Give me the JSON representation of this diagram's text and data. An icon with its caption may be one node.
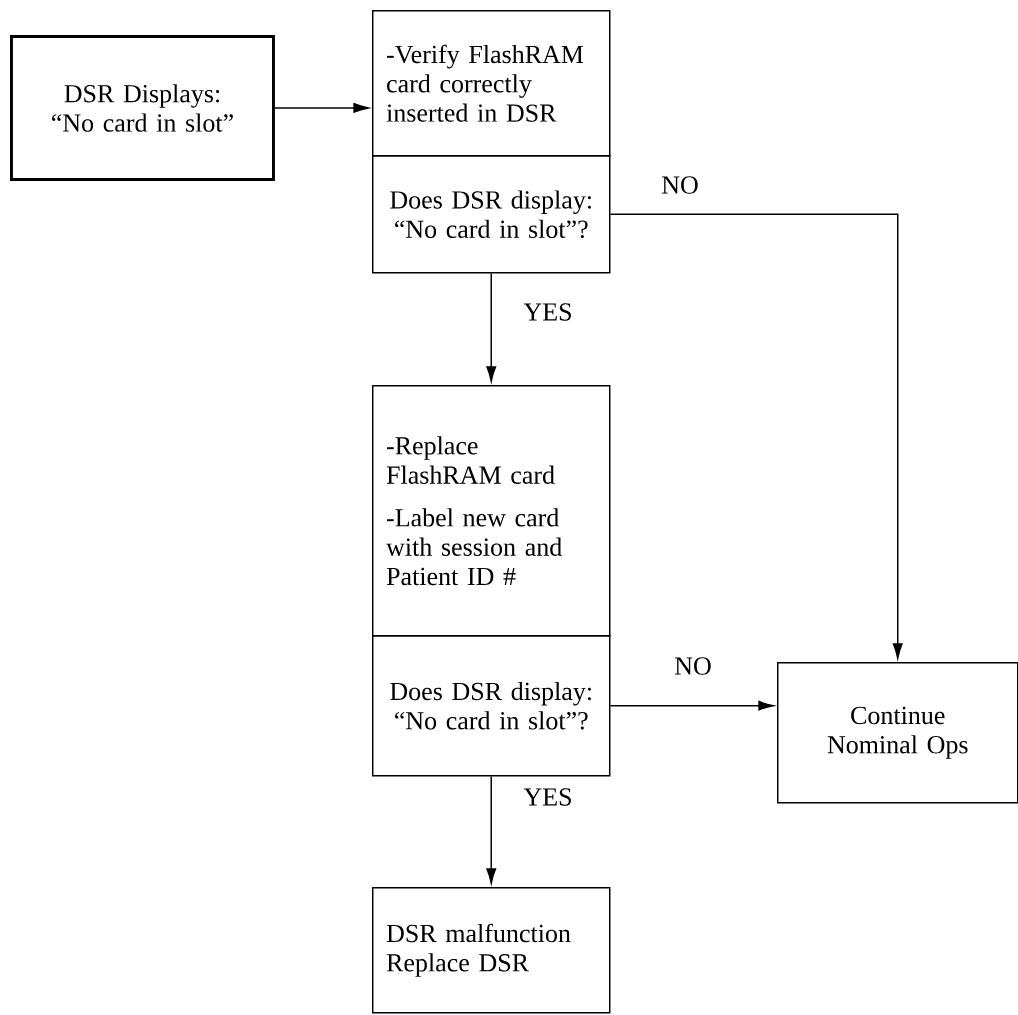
{
  "diagram": {
    "nodes": [
      {
        "text": [
          "DSR Displays: “No card in slot”"
        ]
      },
      {
        "text": [
          "-Verify FlashRAM card correctly inserted in DSR"
        ]
      },
      {
        "text": [
          "Does DSR display: “No card in slot”?"
        ]
      },
      {
        "text": [
          "-Replace FlashRAM card",
          "-Label new card with session and Patient ID #"
        ]
      },
      {
        "text": [
          "Does DSR display: “No card in slot”?"
        ]
      },
      {
        "text": [
          "Continue Nominal Ops"
        ]
      },
      {
        "text": [
          "DSR malfunction Replace DSR"
        ]
      }
    ],
    "edges": [
      {
        "from": 0,
        "to": 1,
        "arrow": "to"
      },
      {
        "from": 2,
        "to": 5,
        "arrow": "to",
        "label": "NO"
      },
      {
        "from": 2,
        "to": 3,
        "arrow": "to",
        "label": "YES"
      },
      {
        "from": 4,
        "to": 5,
        "arrow": "to",
        "label": "NO"
      },
      {
        "from": 4,
        "to": 6,
        "arrow": "to",
        "label": "YES"
      }
    ]
  }
}
